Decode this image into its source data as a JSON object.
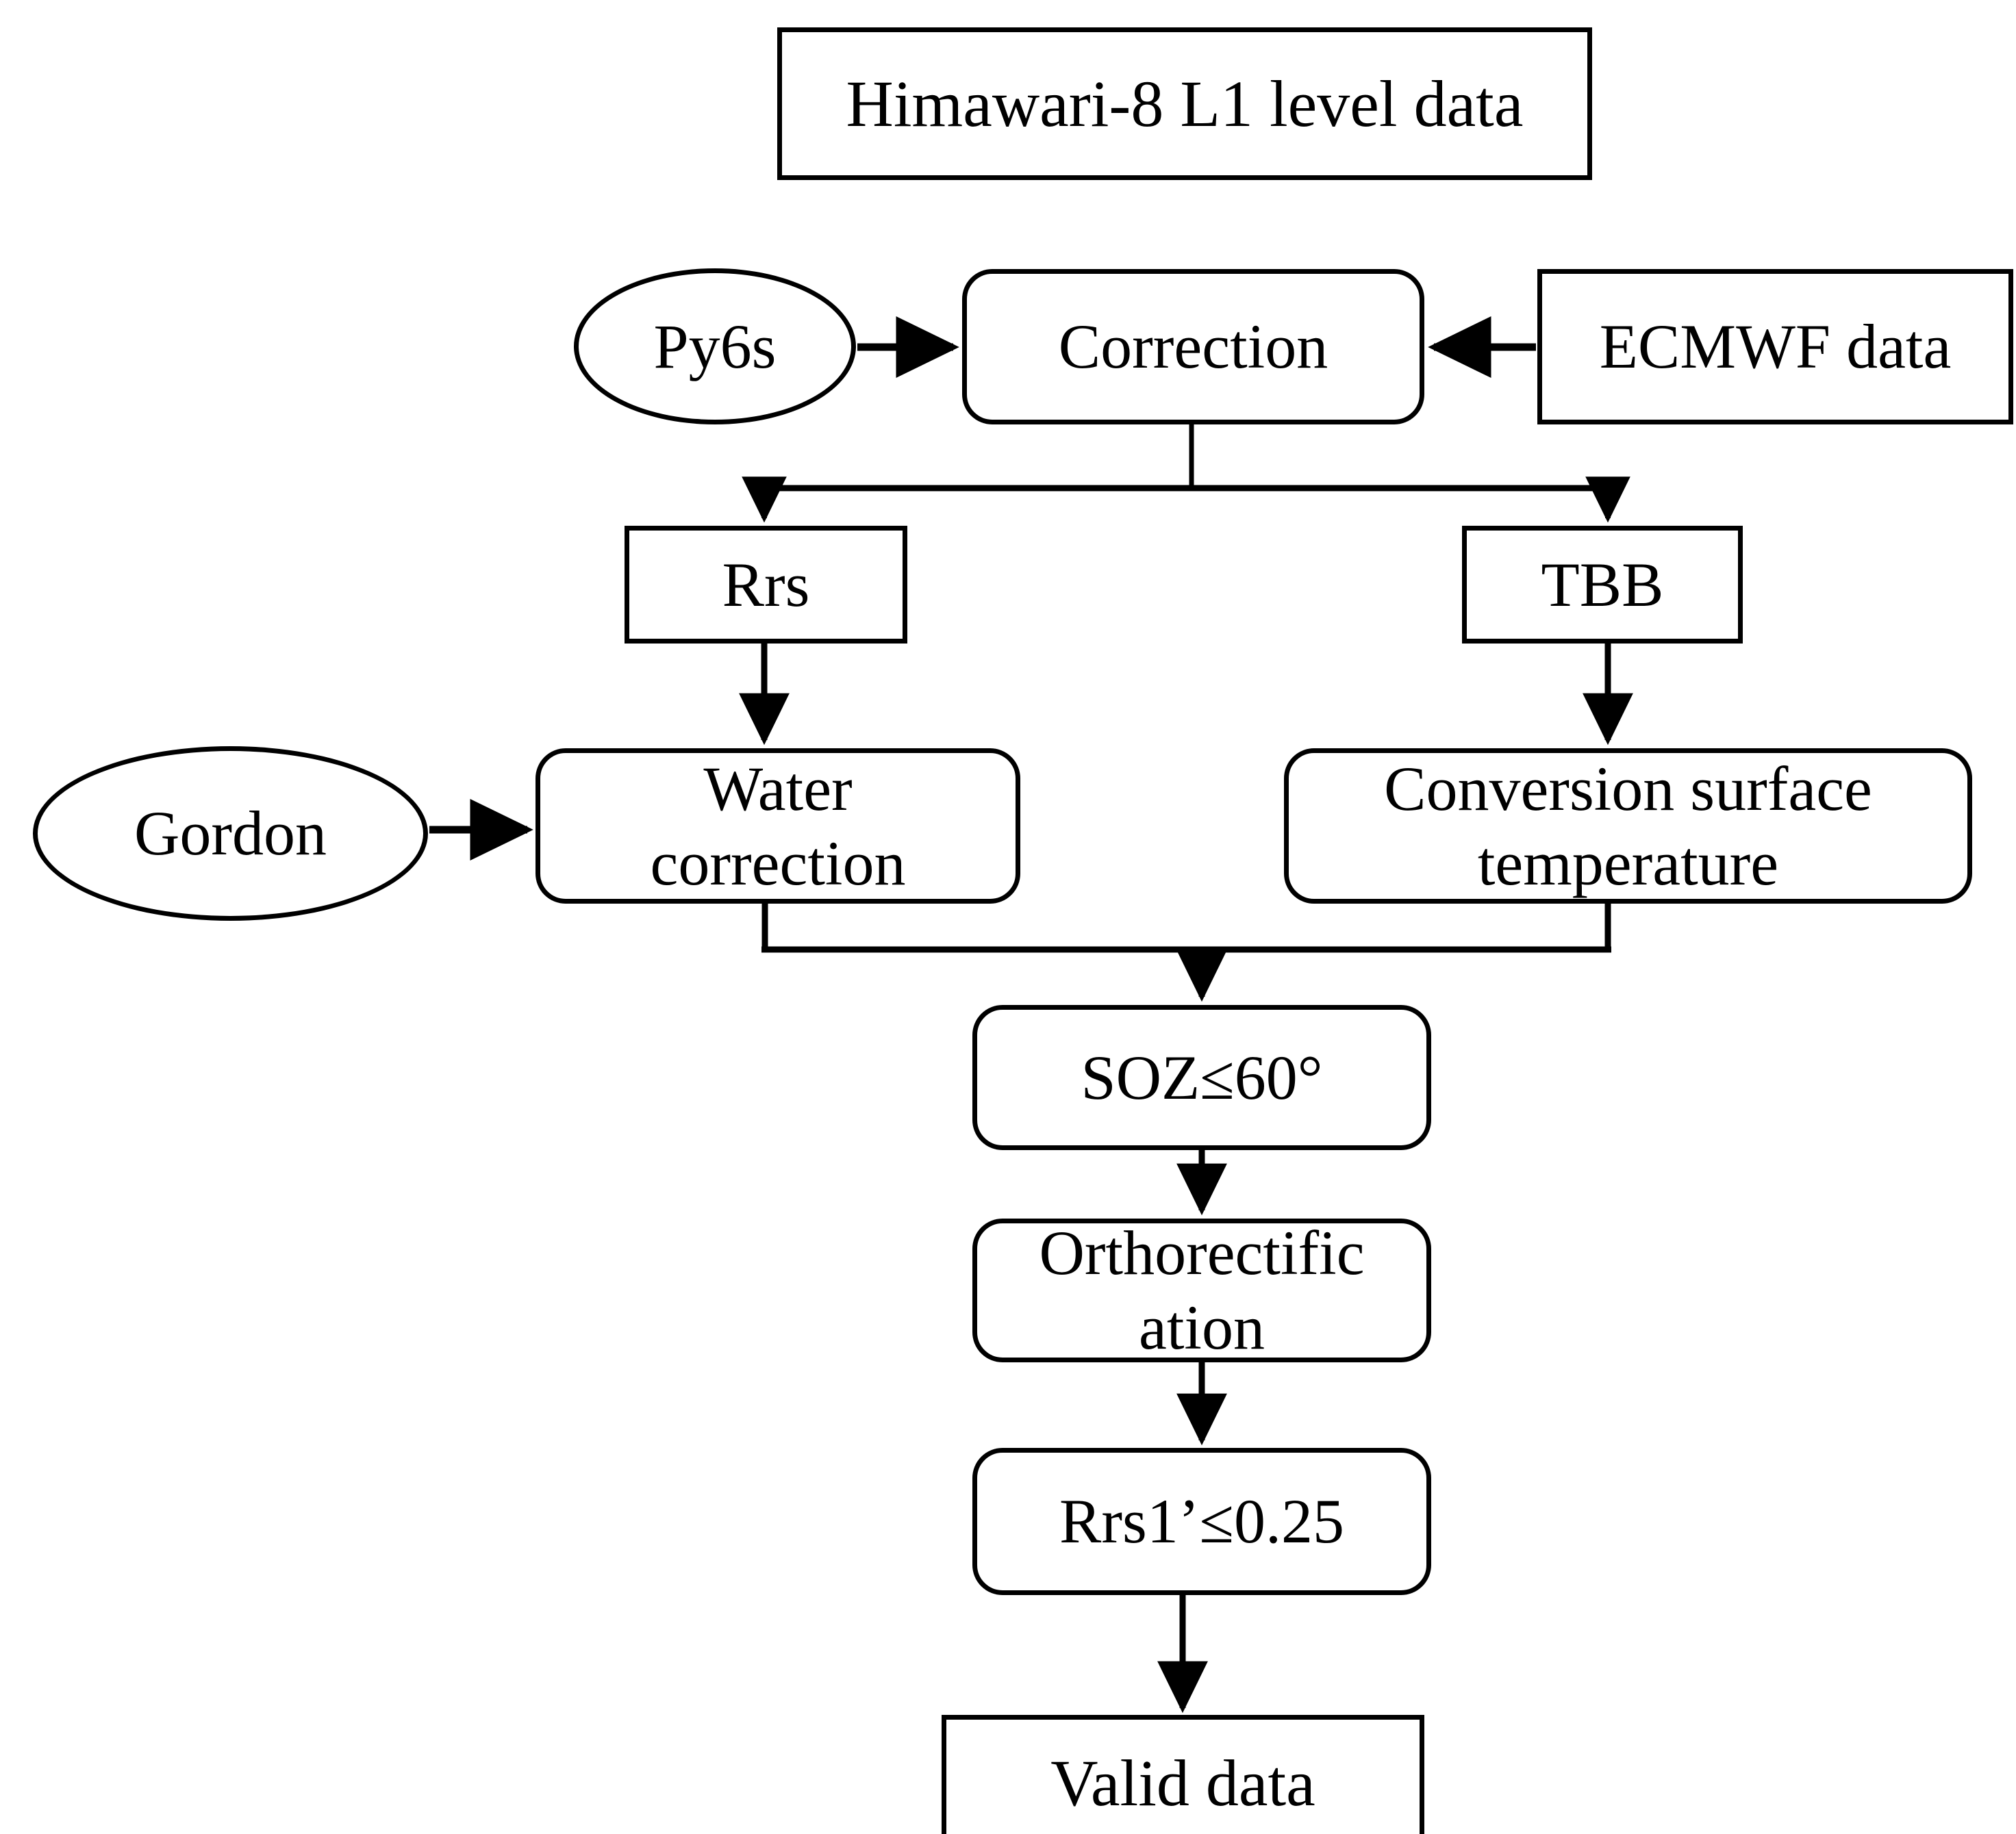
{
  "diagram": {
    "title": "Himawari-8 data processing flowchart",
    "type": "flowchart",
    "background_color": "#ffffff",
    "line_color": "#000000",
    "text_color": "#000000"
  },
  "nodes": {
    "source_data": {
      "label": "Himawari-8 L1 level data",
      "shape": "rectangle"
    },
    "py6s": {
      "label": "Py6s",
      "shape": "ellipse"
    },
    "correction": {
      "label": "Correction",
      "shape": "rounded-rectangle"
    },
    "ecmwf": {
      "label": "ECMWF data",
      "shape": "rectangle"
    },
    "rrs": {
      "label": "Rrs",
      "shape": "rectangle"
    },
    "tbb": {
      "label": "TBB",
      "shape": "rectangle"
    },
    "gordon": {
      "label": "Gordon",
      "shape": "ellipse"
    },
    "water_correction": {
      "label": "Water\ncorrection",
      "shape": "rounded-rectangle"
    },
    "conversion_surface_temperature": {
      "label": "Conversion surface\ntemperature",
      "shape": "rounded-rectangle"
    },
    "soz_filter": {
      "label": "SOZ≤60°",
      "shape": "rounded-rectangle"
    },
    "orthorectification": {
      "label": "Orthorectific\nation",
      "shape": "rounded-rectangle"
    },
    "rrs_threshold": {
      "label": "Rrs1’≤0.25",
      "shape": "rounded-rectangle"
    },
    "valid_data": {
      "label": "Valid  data",
      "shape": "rectangle"
    }
  },
  "edges": [
    {
      "from": "py6s",
      "to": "correction",
      "direction": "right"
    },
    {
      "from": "ecmwf",
      "to": "correction",
      "direction": "left"
    },
    {
      "from": "correction",
      "to": "rrs",
      "direction": "down"
    },
    {
      "from": "correction",
      "to": "tbb",
      "direction": "down"
    },
    {
      "from": "rrs",
      "to": "water_correction",
      "direction": "down"
    },
    {
      "from": "tbb",
      "to": "conversion_surface_temperature",
      "direction": "down"
    },
    {
      "from": "gordon",
      "to": "water_correction",
      "direction": "right"
    },
    {
      "from": "water_correction",
      "to": "soz_filter",
      "direction": "down"
    },
    {
      "from": "conversion_surface_temperature",
      "to": "soz_filter",
      "direction": "down"
    },
    {
      "from": "soz_filter",
      "to": "orthorectification",
      "direction": "down"
    },
    {
      "from": "orthorectification",
      "to": "rrs_threshold",
      "direction": "down"
    },
    {
      "from": "rrs_threshold",
      "to": "valid_data",
      "direction": "down"
    }
  ]
}
